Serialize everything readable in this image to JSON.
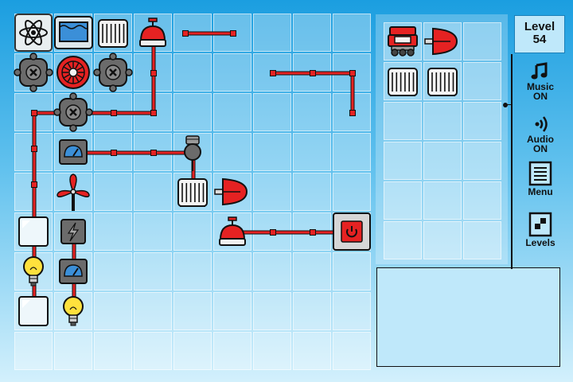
{
  "game": {
    "board_cols": 9,
    "board_rows": 9,
    "inventory_cols": 3,
    "inventory_rows": 6
  },
  "level": {
    "label": "Level",
    "number": "54"
  },
  "menu": {
    "music": {
      "label": "Music",
      "state": "ON",
      "icon": "music-note-icon"
    },
    "audio": {
      "label": "Audio",
      "state": "ON",
      "icon": "speaker-icon"
    },
    "menu": {
      "label": "Menu",
      "icon": "document-icon"
    },
    "levels": {
      "label": "Levels",
      "icon": "levels-grid-icon"
    }
  },
  "colors": {
    "wire": "#e52222",
    "machine_gray": "#6b6b6b",
    "panel_blue": "#bfe8fa",
    "bulb_yellow": "#ffe13d"
  },
  "board": {
    "components": [
      {
        "type": "atom-reactor",
        "col": 0,
        "row": 0,
        "icon": "atom-icon"
      },
      {
        "type": "water-tank",
        "col": 1,
        "row": 0,
        "icon": "water-tank-icon"
      },
      {
        "type": "radiator",
        "col": 2,
        "row": 0,
        "icon": "radiator-icon"
      },
      {
        "type": "valve",
        "col": 3,
        "row": 0,
        "icon": "valve-icon"
      },
      {
        "type": "junction",
        "col": 0,
        "row": 1,
        "icon": "junction-x-icon"
      },
      {
        "type": "turbine",
        "col": 1,
        "row": 1,
        "icon": "turbine-icon"
      },
      {
        "type": "junction",
        "col": 2,
        "row": 1,
        "icon": "junction-x-icon"
      },
      {
        "type": "junction",
        "col": 1,
        "row": 2,
        "icon": "junction-x-icon"
      },
      {
        "type": "meter",
        "col": 1,
        "row": 3,
        "icon": "meter-icon"
      },
      {
        "type": "bulb-socket",
        "col": 4,
        "row": 3,
        "icon": "socket-icon"
      },
      {
        "type": "radiator",
        "col": 4,
        "row": 4,
        "icon": "radiator-icon"
      },
      {
        "type": "propeller",
        "col": 5,
        "row": 4,
        "icon": "propeller-icon"
      },
      {
        "type": "fan",
        "col": 1,
        "row": 4,
        "icon": "fan-icon"
      },
      {
        "type": "generator",
        "col": 1,
        "row": 5,
        "icon": "lightning-icon"
      },
      {
        "type": "ice-block",
        "col": 0,
        "row": 5,
        "icon": "ice-block-icon"
      },
      {
        "type": "valve",
        "col": 5,
        "row": 5,
        "icon": "valve-icon"
      },
      {
        "type": "power-switch",
        "col": 8,
        "row": 5,
        "icon": "power-icon"
      },
      {
        "type": "bulb",
        "col": 0,
        "row": 6,
        "icon": "bulb-icon"
      },
      {
        "type": "meter",
        "col": 1,
        "row": 6,
        "icon": "meter-icon"
      },
      {
        "type": "ice-block",
        "col": 0,
        "row": 7,
        "icon": "ice-block-icon"
      },
      {
        "type": "bulb",
        "col": 1,
        "row": 7,
        "icon": "bulb-icon"
      }
    ],
    "wires": [
      {
        "points": [
          [
            4.3,
            0.5
          ],
          [
            5.5,
            0.5
          ]
        ]
      },
      {
        "points": [
          [
            6.5,
            1.5
          ],
          [
            8.5,
            1.5
          ],
          [
            8.5,
            2.5
          ]
        ]
      },
      {
        "points": [
          [
            3.5,
            0.5
          ],
          [
            3.5,
            2.5
          ],
          [
            1.5,
            2.5
          ]
        ]
      },
      {
        "points": [
          [
            1.5,
            2.5
          ],
          [
            0.5,
            2.5
          ],
          [
            0.5,
            5.2
          ]
        ]
      },
      {
        "points": [
          [
            1.5,
            3.5
          ],
          [
            4.5,
            3.5
          ]
        ]
      },
      {
        "points": [
          [
            4.5,
            3.5
          ],
          [
            4.5,
            4.5
          ]
        ]
      },
      {
        "points": [
          [
            5.5,
            5.5
          ],
          [
            8.5,
            5.5
          ]
        ]
      },
      {
        "points": [
          [
            0.5,
            5.5
          ],
          [
            0.5,
            6.5
          ]
        ]
      },
      {
        "points": [
          [
            0.5,
            6.5
          ],
          [
            0.5,
            7.5
          ]
        ]
      },
      {
        "points": [
          [
            1.5,
            5.5
          ],
          [
            1.5,
            7.5
          ]
        ]
      }
    ]
  },
  "inventory": {
    "items": [
      {
        "type": "locomotive",
        "col": 0,
        "row": 0,
        "icon": "locomotive-icon"
      },
      {
        "type": "propeller",
        "col": 1,
        "row": 0,
        "icon": "propeller-icon"
      },
      {
        "type": "radiator",
        "col": 0,
        "row": 1,
        "icon": "radiator-icon"
      },
      {
        "type": "radiator",
        "col": 1,
        "row": 1,
        "icon": "radiator-icon"
      }
    ]
  }
}
